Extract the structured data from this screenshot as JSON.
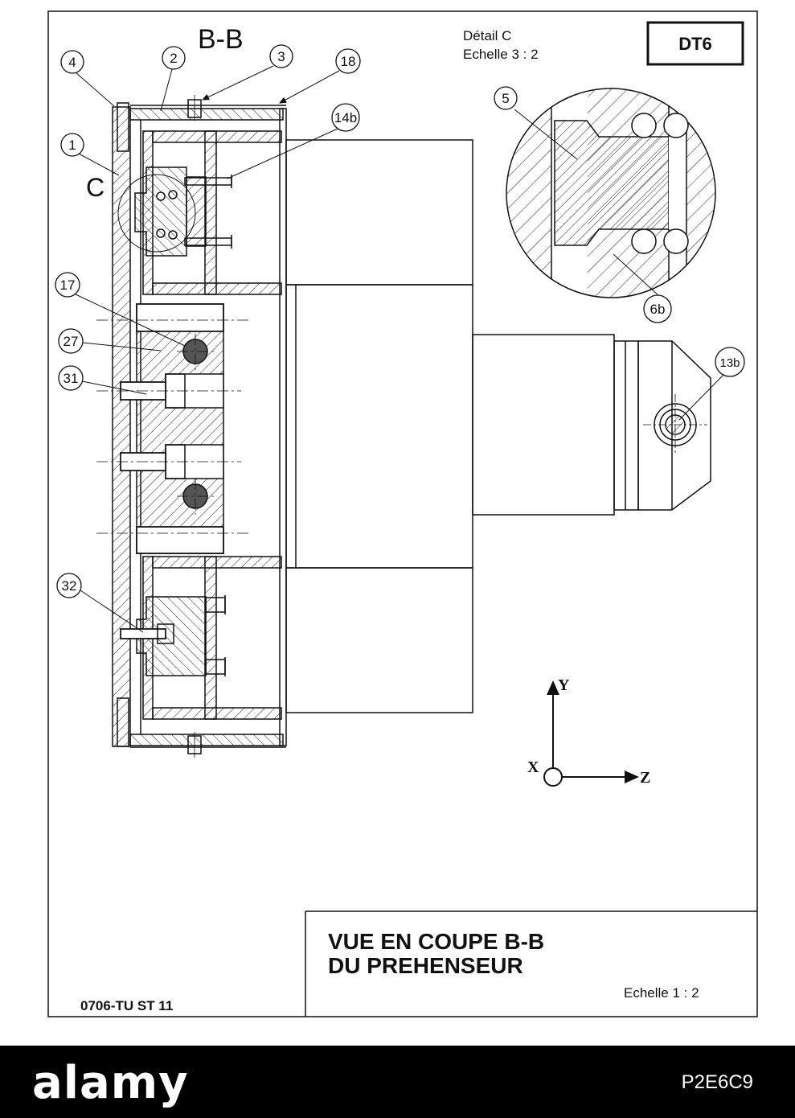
{
  "sheet": {
    "doc_id": "DT6",
    "section_label": "B-B",
    "detail_label": "C",
    "detail_title": "Détail C",
    "detail_scale": "Echelle 3 : 2",
    "title_line1": "VUE EN COUPE B-B",
    "title_line2": "DU PREHENSEUR",
    "main_scale": "Echelle 1 : 2",
    "ref_code": "0706-TU ST 11"
  },
  "part_numbers": {
    "p1": "1",
    "p2": "2",
    "p3": "3",
    "p4": "4",
    "p5": "5",
    "p6b": "6b",
    "p13b": "13b",
    "p14b": "14b",
    "p17": "17",
    "p18": "18",
    "p27": "27",
    "p31": "31",
    "p32": "32"
  },
  "axes": {
    "x": "X",
    "y": "Y",
    "z": "Z"
  },
  "colors": {
    "ink": "#111111",
    "paper": "#ffffff",
    "footer": "#000000"
  },
  "footer": {
    "watermark": "alamy",
    "image_code": "P2E6C9"
  }
}
